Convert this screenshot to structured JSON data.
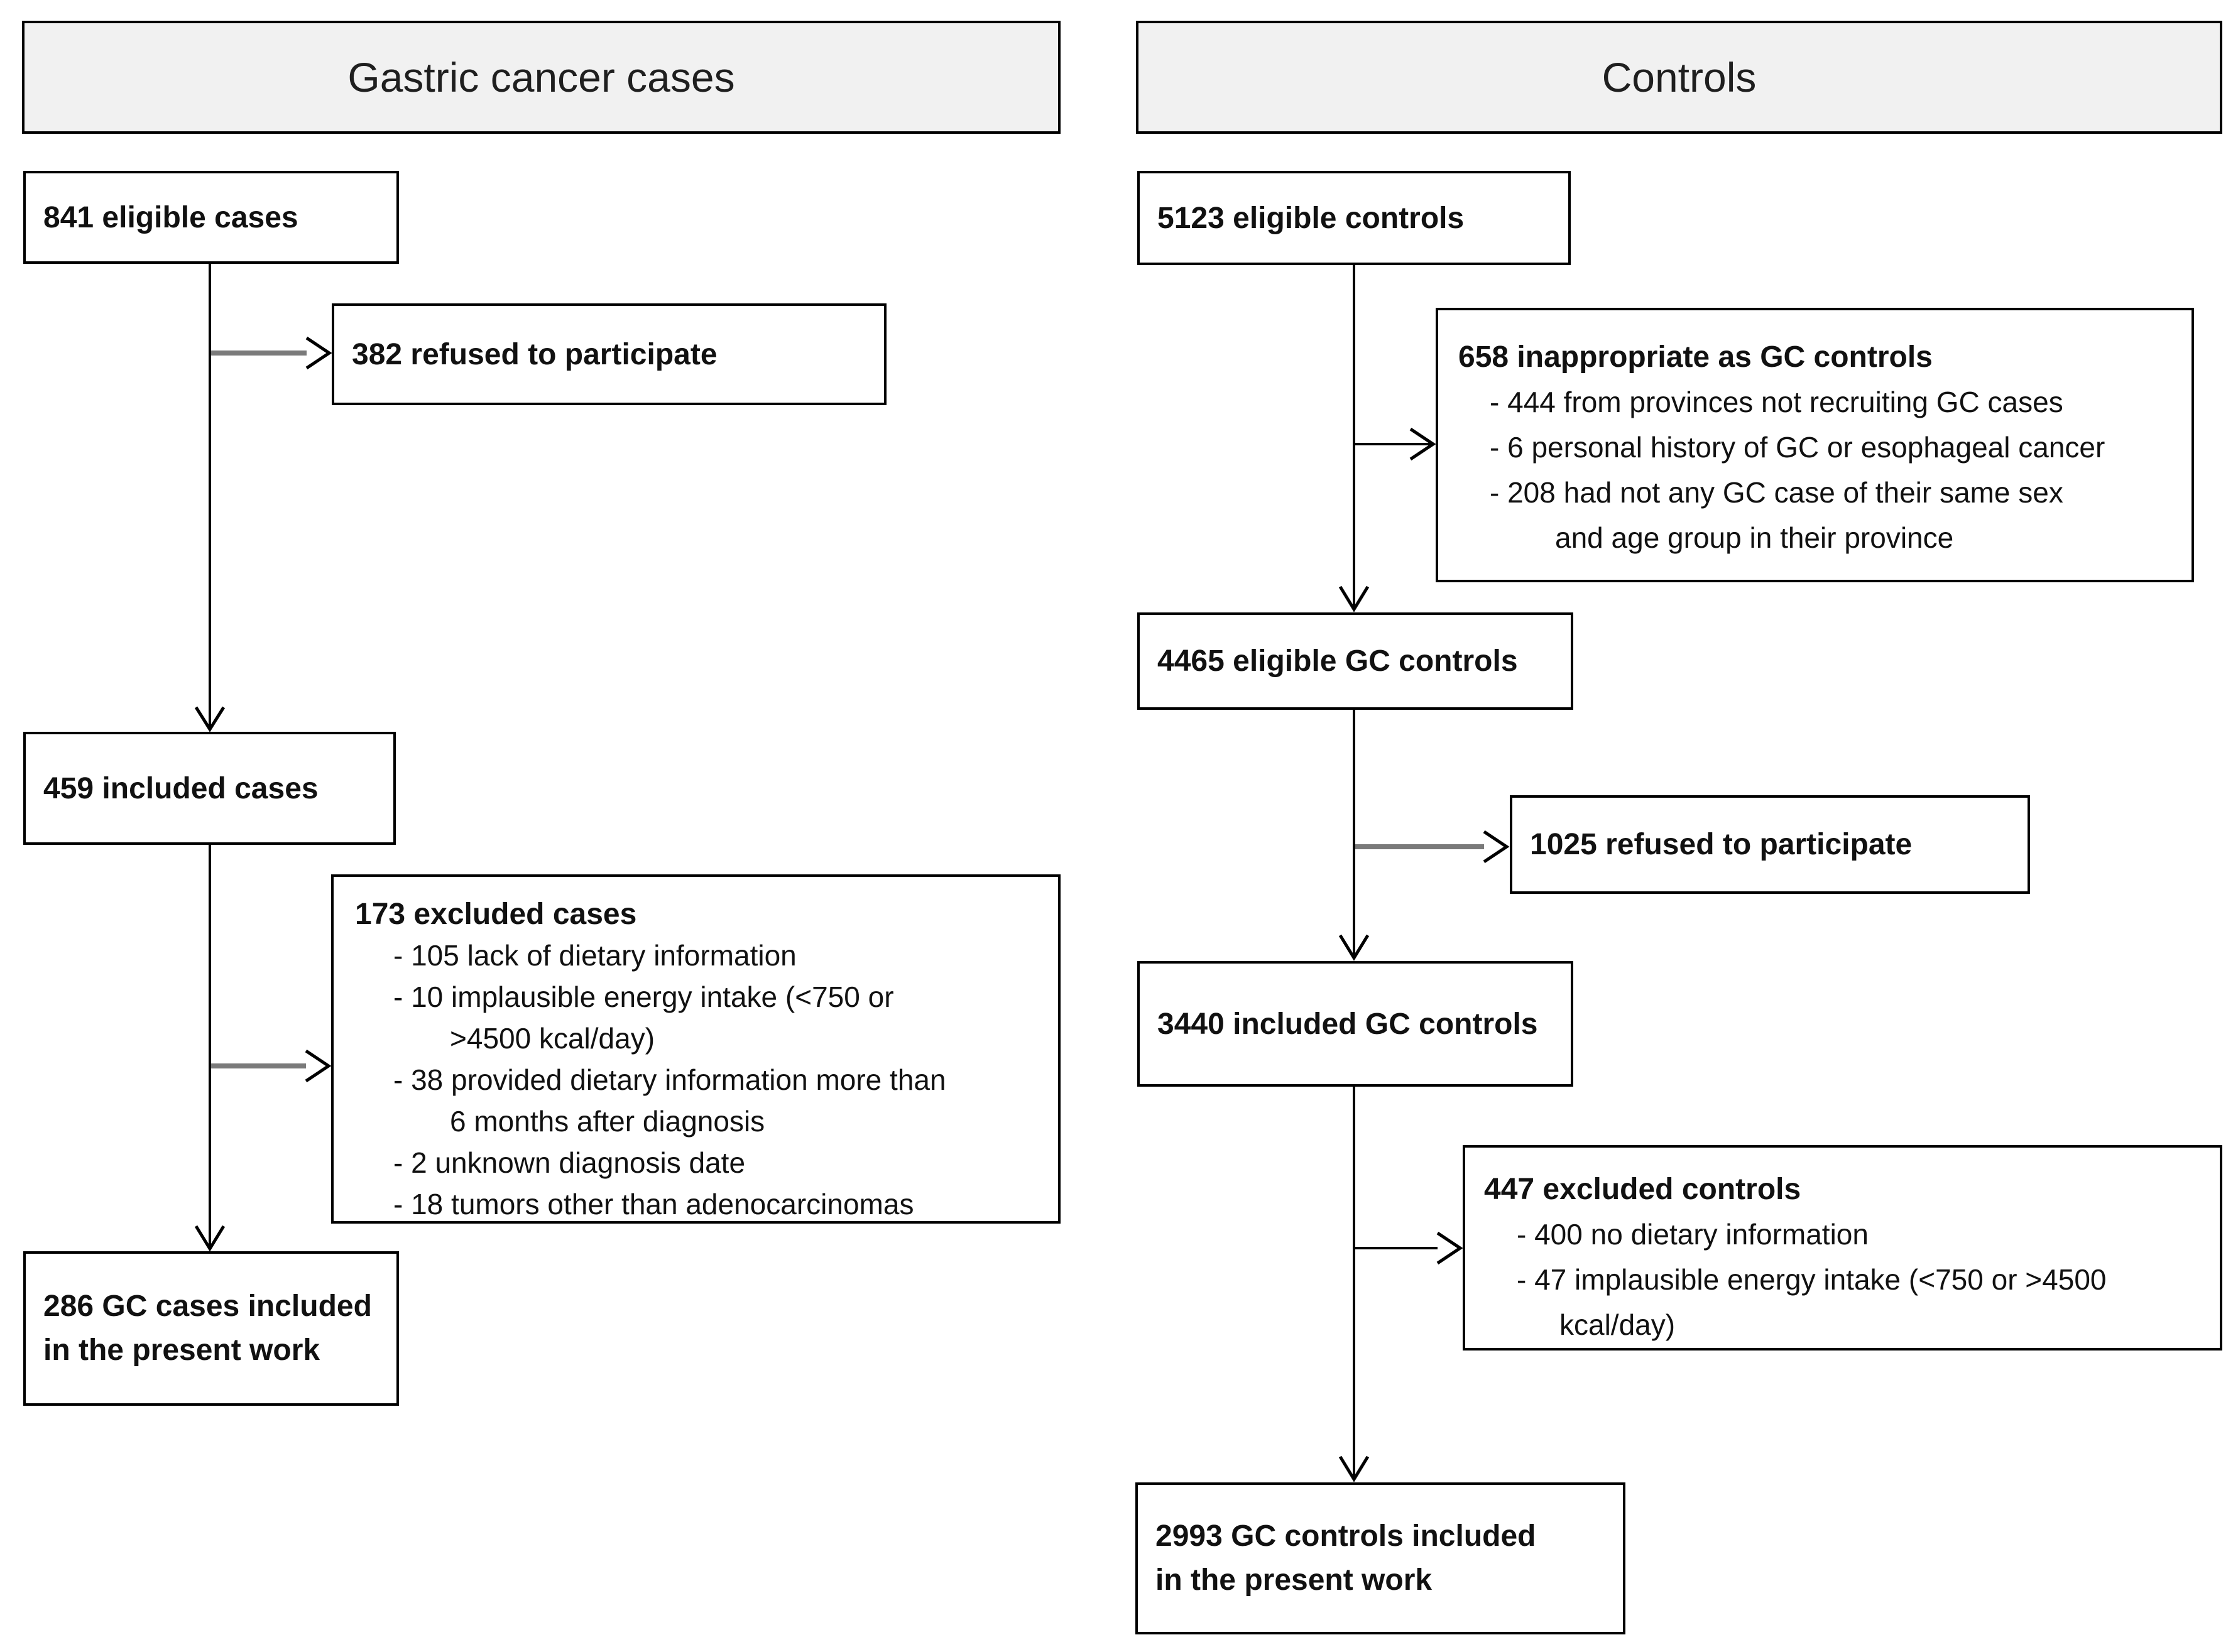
{
  "headers": {
    "cases": "Gastric cancer cases",
    "controls": "Controls"
  },
  "cases_flow": {
    "eligible": "841 eligible cases",
    "refused": "382 refused to participate",
    "included": "459 included cases",
    "excluded": {
      "title": "173 excluded cases",
      "lines": [
        "- 105 lack of dietary information",
        "- 10 implausible energy intake (<750 or",
        ">4500 kcal/day)",
        "- 38 provided dietary information more than",
        "6 months after diagnosis",
        "- 2 unknown diagnosis date",
        "- 18 tumors other than adenocarcinomas"
      ]
    },
    "final": {
      "line1": "286 GC cases included",
      "line2": "in the present work"
    }
  },
  "controls_flow": {
    "eligible": "5123 eligible controls",
    "inappropriate": {
      "title": "658 inappropriate as GC controls",
      "lines": [
        "- 444 from provinces not recruiting GC cases",
        "- 6 personal history of GC or esophageal cancer",
        "- 208 had not any GC case of their same sex",
        "and age group in their province"
      ]
    },
    "eligible_gc": "4465 eligible GC controls",
    "refused": "1025 refused to participate",
    "included": "3440 included GC controls",
    "excluded": {
      "title": "447 excluded controls",
      "lines": [
        "- 400 no dietary information",
        "- 47 implausible energy intake (<750 or >4500",
        "kcal/day)"
      ]
    },
    "final": {
      "line1": "2993 GC controls included",
      "line2": "in the present work"
    }
  },
  "colors": {
    "header_fill": "#f1f1f1",
    "box_border": "#000000",
    "thin_arrow": "#000000",
    "thick_arrow": "#7a7a7a"
  }
}
